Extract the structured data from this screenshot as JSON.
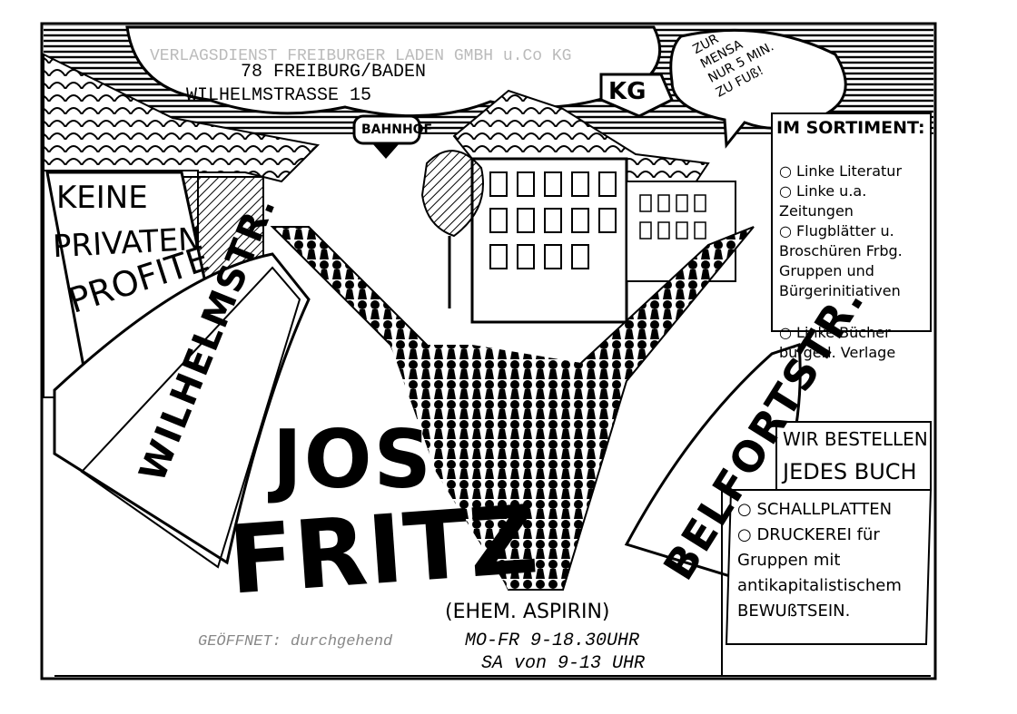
{
  "company": "VERLAGSDIENST FREIBURGER LADEN GMBH u.Co KG",
  "address": {
    "city": "78 FREIBURG/BADEN",
    "street": "WILHELMSTRASSE 15"
  },
  "signs": {
    "bahnhof": "BAHNHOF",
    "kg": "KG",
    "mensa": [
      "ZUR",
      "MENSA",
      "NUR 5 MIN.",
      "ZU FUß!"
    ]
  },
  "banner": {
    "line1": "KEINE",
    "line2": "PRIVATEN",
    "line3": "PROFITE"
  },
  "streets": {
    "wilhelmstr": "WILHELMSTR.",
    "belfort": "BELFORTSTR."
  },
  "logo": {
    "line1": "JOS",
    "line2": "FRITZ",
    "former": "(EHEM. ASPIRIN)"
  },
  "hours": {
    "label": "GEÖFFNET: durchgehend",
    "weekday": "MO-FR 9-18.30UHR",
    "saturday": "SA von 9-13 UHR"
  },
  "assortment": {
    "title": "IM SORTIMENT:",
    "items": [
      "Linke Literatur",
      "Linke u.a. Zeitungen",
      "Flugblätter u. Broschüren Frbg. Gruppen und Bürgerinitiativen",
      "Linke Bücher bürgerl. Verlage"
    ],
    "order": [
      "WIR BESTELLEN",
      "JEDES BUCH"
    ],
    "more": [
      "SCHALLPLATTEN",
      "DRUCKEREI für Gruppen mit antikapitalistischem BEWUßTSEIN."
    ]
  }
}
